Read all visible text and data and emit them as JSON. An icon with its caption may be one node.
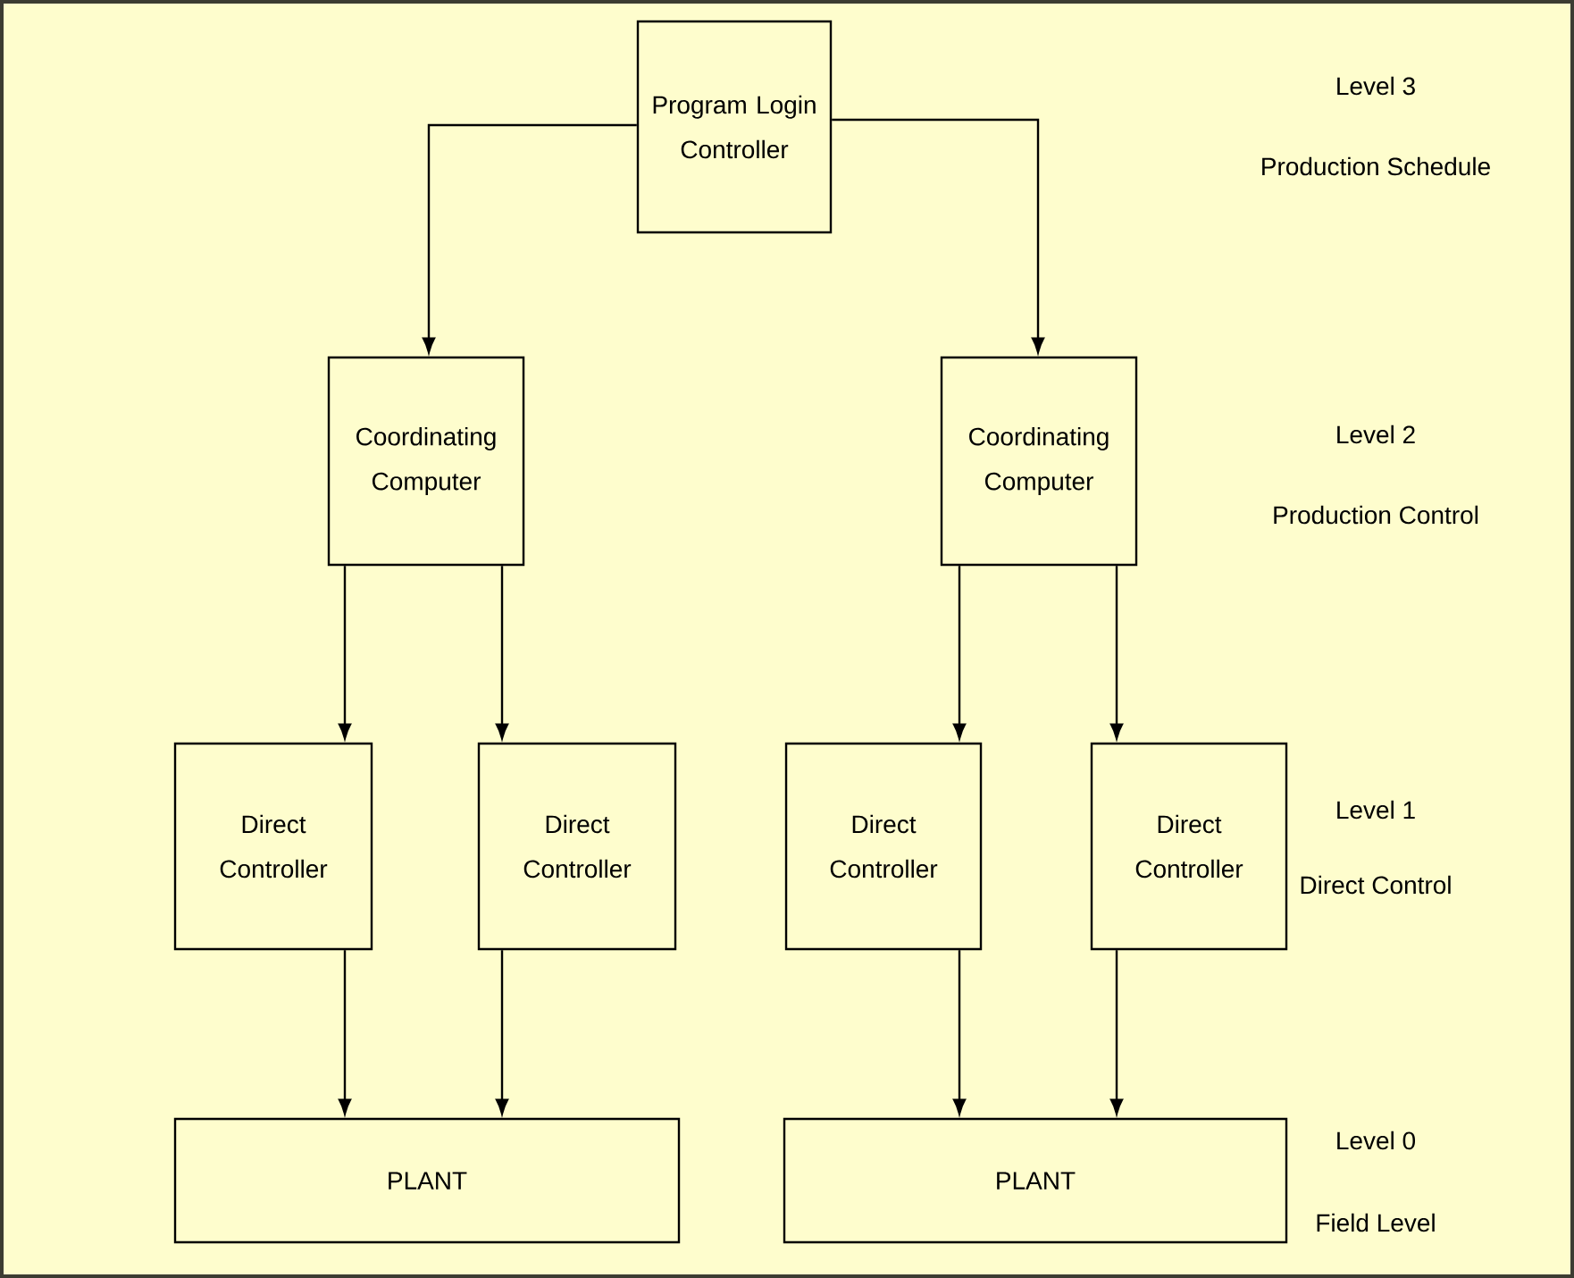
{
  "diagram": {
    "nodes": [
      {
        "text": [
          "Program Login Controller"
        ]
      },
      {
        "text": [
          "Coordinating Computer"
        ]
      },
      {
        "text": [
          "Coordinating Computer"
        ]
      },
      {
        "text": [
          "Direct Controller"
        ]
      },
      {
        "text": [
          "Direct Controller"
        ]
      },
      {
        "text": [
          "Direct Controller"
        ]
      },
      {
        "text": [
          "Direct Controller"
        ]
      },
      {
        "text": [
          "PLANT"
        ]
      },
      {
        "text": [
          "PLANT"
        ]
      }
    ],
    "edges": [
      {
        "from": 0,
        "to": 1,
        "arrow": "to"
      },
      {
        "from": 0,
        "to": 2,
        "arrow": "to"
      },
      {
        "from": 1,
        "to": 3,
        "arrow": "to"
      },
      {
        "from": 1,
        "to": 4,
        "arrow": "to"
      },
      {
        "from": 2,
        "to": 5,
        "arrow": "to"
      },
      {
        "from": 2,
        "to": 6,
        "arrow": "to"
      },
      {
        "from": 3,
        "to": 7,
        "arrow": "to"
      },
      {
        "from": 4,
        "to": 7,
        "arrow": "to"
      },
      {
        "from": 5,
        "to": 8,
        "arrow": "to"
      },
      {
        "from": 6,
        "to": 8,
        "arrow": "to"
      }
    ],
    "labels": [
      "Level 3",
      "Production Schedule",
      "Level 2",
      "Production Control",
      "Level 1",
      "Direct Control",
      "Level 0",
      "Field Level"
    ]
  }
}
